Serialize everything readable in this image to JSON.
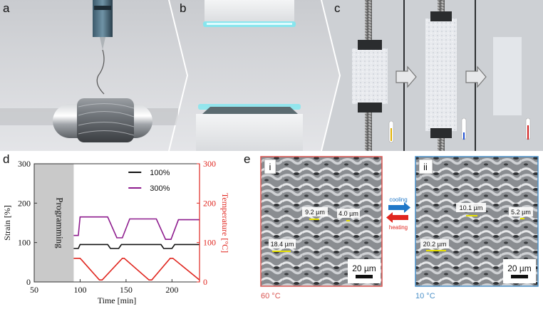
{
  "panels": {
    "a": "a",
    "b": "b",
    "c": "c",
    "d": "d",
    "e": "e"
  },
  "colors": {
    "strain_100": "#111111",
    "strain_300": "#8e1c8e",
    "temperature": "#e0261f",
    "cooling": "#1f77c8",
    "heating": "#e0261f",
    "hot_frame": "#d9534f",
    "cold_frame": "#4a90c8"
  },
  "chart_data": {
    "type": "line",
    "xlabel": "Time [min]",
    "ylabel": "Strain [%]",
    "y2label": "Temperature [°C]",
    "xlim": [
      50,
      230
    ],
    "ylim": [
      0,
      300
    ],
    "y2lim": [
      0,
      300
    ],
    "x_ticks": [
      "50",
      "100",
      "150",
      "200"
    ],
    "y_ticks": [
      "0",
      "100",
      "200",
      "300"
    ],
    "y2_ticks": [
      "0",
      "100",
      "200",
      "300"
    ],
    "shaded_region": {
      "label": "Programming",
      "x": [
        50,
        93
      ]
    },
    "legend": "top-center",
    "series": [
      {
        "name": "100%",
        "axis": "left",
        "x": [
          93,
          98,
          100,
          130,
          133,
          142,
          145,
          188,
          191,
          200,
          203,
          230
        ],
        "y": [
          85,
          85,
          95,
          95,
          85,
          85,
          95,
          95,
          85,
          85,
          95,
          95
        ]
      },
      {
        "name": "300%",
        "axis": "left",
        "x": [
          93,
          98,
          100,
          130,
          140,
          146,
          154,
          183,
          193,
          199,
          207,
          230
        ],
        "y": [
          118,
          118,
          165,
          165,
          112,
          112,
          160,
          160,
          108,
          108,
          158,
          158
        ]
      },
      {
        "name": "",
        "axis": "right",
        "x": [
          93,
          100,
          102,
          121,
          124,
          146,
          148,
          175,
          178,
          198,
          201,
          230
        ],
        "y": [
          60,
          60,
          55,
          5,
          5,
          60,
          60,
          5,
          5,
          60,
          60,
          5
        ]
      }
    ]
  },
  "sem": {
    "i": {
      "label": "i",
      "temp": "60 °C",
      "measurements": [
        "9.2 µm",
        "4.0 µm",
        "18.4 µm"
      ],
      "scale": "20 µm"
    },
    "ii": {
      "label": "ii",
      "temp": "10 °C",
      "measurements": [
        "10.1 µm",
        "5.2 µm",
        "20.2 µm"
      ],
      "scale": "20 µm"
    },
    "cooling": "cooling",
    "heating": "heating"
  }
}
